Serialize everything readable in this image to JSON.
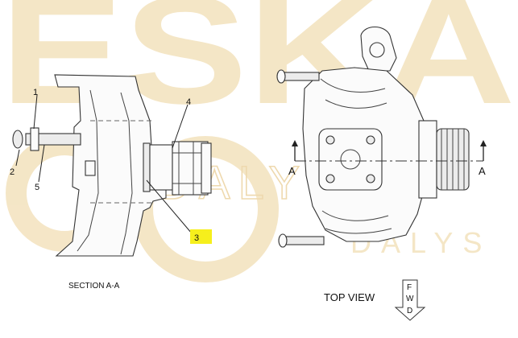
{
  "watermark": {
    "brand_large": "ESKA",
    "brand_mid": "DALYS",
    "brand_small": "DALYS",
    "color": "#f1dcb0"
  },
  "callouts": {
    "c1": "1",
    "c2": "2",
    "c3": "3",
    "c4": "4",
    "c5": "5",
    "highlight_color": "#f6ef1c"
  },
  "section_view": {
    "caption": "SECTION A-A"
  },
  "top_view": {
    "caption": "TOP VIEW",
    "section_left": "A",
    "section_right": "A",
    "fwd_letters": [
      "F",
      "W",
      "D"
    ]
  }
}
